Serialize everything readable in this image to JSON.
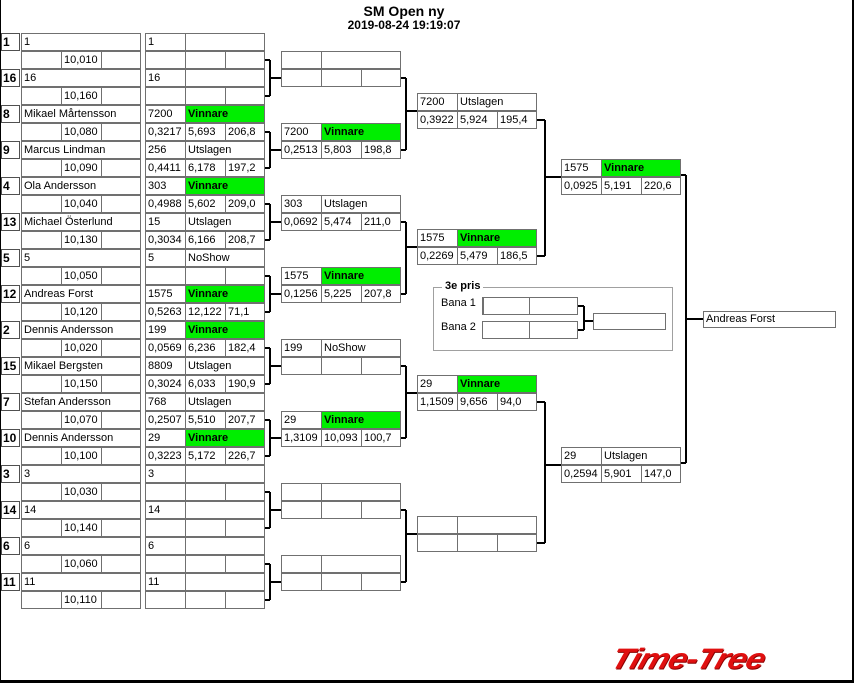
{
  "header": {
    "title": "SM Open ny",
    "datetime": "2019-08-24 19:19:07"
  },
  "entrants": [
    {
      "seed": "1",
      "name": "1",
      "dial": "10,010"
    },
    {
      "seed": "16",
      "name": "16",
      "dial": "10,160"
    },
    {
      "seed": "8",
      "name": "Mikael Mårtensson",
      "dial": "10,080"
    },
    {
      "seed": "9",
      "name": "Marcus Lindman",
      "dial": "10,090"
    },
    {
      "seed": "4",
      "name": "Ola Andersson",
      "dial": "10,040"
    },
    {
      "seed": "13",
      "name": "Michael Österlund",
      "dial": "10,130"
    },
    {
      "seed": "5",
      "name": "5",
      "dial": "10,050"
    },
    {
      "seed": "12",
      "name": "Andreas Forst",
      "dial": "10,120"
    },
    {
      "seed": "2",
      "name": "Dennis Andersson",
      "dial": "10,020"
    },
    {
      "seed": "15",
      "name": "Mikael Bergsten",
      "dial": "10,150"
    },
    {
      "seed": "7",
      "name": "Stefan Andersson",
      "dial": "10,070"
    },
    {
      "seed": "10",
      "name": "Dennis Andersson",
      "dial": "10,100"
    },
    {
      "seed": "3",
      "name": "3",
      "dial": "10,030"
    },
    {
      "seed": "14",
      "name": "14",
      "dial": "10,140"
    },
    {
      "seed": "6",
      "name": "6",
      "dial": "10,060"
    },
    {
      "seed": "11",
      "name": "11",
      "dial": "10,110"
    }
  ],
  "round1": [
    {
      "num": "1",
      "status": "",
      "rt": "",
      "et": "",
      "speed": ""
    },
    {
      "num": "16",
      "status": "",
      "rt": "",
      "et": "",
      "speed": ""
    },
    {
      "num": "7200",
      "status": "Vinnare",
      "rt": "0,3217",
      "et": "5,693",
      "speed": "206,8"
    },
    {
      "num": "256",
      "status": "Utslagen",
      "rt": "0,4411",
      "et": "6,178",
      "speed": "197,2"
    },
    {
      "num": "303",
      "status": "Vinnare",
      "rt": "0,4988",
      "et": "5,602",
      "speed": "209,0"
    },
    {
      "num": "15",
      "status": "Utslagen",
      "rt": "0,3034",
      "et": "6,166",
      "speed": "208,7"
    },
    {
      "num": "5",
      "status": "NoShow",
      "rt": "",
      "et": "",
      "speed": ""
    },
    {
      "num": "1575",
      "status": "Vinnare",
      "rt": "0,5263",
      "et": "12,122",
      "speed": "71,1"
    },
    {
      "num": "199",
      "status": "Vinnare",
      "rt": "0,0569",
      "et": "6,236",
      "speed": "182,4"
    },
    {
      "num": "8809",
      "status": "Utslagen",
      "rt": "0,3024",
      "et": "6,033",
      "speed": "190,9"
    },
    {
      "num": "768",
      "status": "Utslagen",
      "rt": "0,2507",
      "et": "5,510",
      "speed": "207,7"
    },
    {
      "num": "29",
      "status": "Vinnare",
      "rt": "0,3223",
      "et": "5,172",
      "speed": "226,7"
    },
    {
      "num": "3",
      "status": "",
      "rt": "",
      "et": "",
      "speed": ""
    },
    {
      "num": "14",
      "status": "",
      "rt": "",
      "et": "",
      "speed": ""
    },
    {
      "num": "6",
      "status": "",
      "rt": "",
      "et": "",
      "speed": ""
    },
    {
      "num": "11",
      "status": "",
      "rt": "",
      "et": "",
      "speed": ""
    }
  ],
  "quarterfinals": [
    {
      "num": "",
      "status": "",
      "rt": "",
      "et": "",
      "speed": ""
    },
    {
      "num": "7200",
      "status": "Vinnare",
      "rt": "0,2513",
      "et": "5,803",
      "speed": "198,8"
    },
    {
      "num": "303",
      "status": "Utslagen",
      "rt": "0,0692",
      "et": "5,474",
      "speed": "211,0"
    },
    {
      "num": "1575",
      "status": "Vinnare",
      "rt": "0,1256",
      "et": "5,225",
      "speed": "207,8"
    },
    {
      "num": "199",
      "status": "NoShow",
      "rt": "",
      "et": "",
      "speed": ""
    },
    {
      "num": "29",
      "status": "Vinnare",
      "rt": "1,3109",
      "et": "10,093",
      "speed": "100,7"
    },
    {
      "num": "",
      "status": "",
      "rt": "",
      "et": "",
      "speed": ""
    },
    {
      "num": "",
      "status": "",
      "rt": "",
      "et": "",
      "speed": ""
    }
  ],
  "semifinals": [
    {
      "num": "7200",
      "status": "Utslagen",
      "rt": "0,3922",
      "et": "5,924",
      "speed": "195,4"
    },
    {
      "num": "1575",
      "status": "Vinnare",
      "rt": "0,2269",
      "et": "5,479",
      "speed": "186,5"
    },
    {
      "num": "29",
      "status": "Vinnare",
      "rt": "1,1509",
      "et": "9,656",
      "speed": "94,0"
    },
    {
      "num": "",
      "status": "",
      "rt": "",
      "et": "",
      "speed": ""
    }
  ],
  "finals": [
    {
      "num": "1575",
      "status": "Vinnare",
      "rt": "0,0925",
      "et": "5,191",
      "speed": "220,6"
    },
    {
      "num": "29",
      "status": "Utslagen",
      "rt": "0,2594",
      "et": "5,901",
      "speed": "147,0"
    }
  ],
  "champion": "Andreas Forst",
  "third_place": {
    "title": "3e pris",
    "lane1_label": "Bana 1",
    "lane2_label": "Bana 2",
    "lane1_value": "",
    "lane2_value": "",
    "winner": ""
  },
  "logo_text": "Time-Tree",
  "colors": {
    "winner": "#00ee00",
    "logo": "#e01010"
  }
}
